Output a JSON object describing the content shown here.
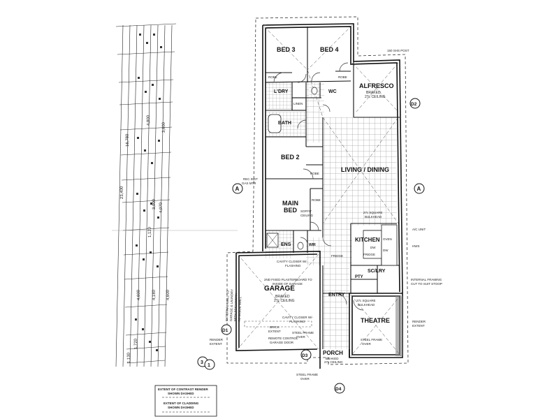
{
  "rooms": {
    "bed3": "BED 3",
    "bed4": "BED 4",
    "alfresco": "ALFRESCO",
    "alfresco_note1": "BRAKED",
    "alfresco_note2": "27c CEILING",
    "ldry": "L'DRY",
    "wc": "WC",
    "linen": "LINEN",
    "bath": "BATH",
    "bed2": "BED 2",
    "living": "LIVING / DINING",
    "main_bed_1": "MAIN",
    "main_bed_2": "BED",
    "kitchen": "KITCHEN",
    "ens": "ENS",
    "wir": "WIR",
    "scullery": "SC/LRY",
    "pty": "PTY",
    "garage": "GARAGE",
    "garage_note1": "BRAKED",
    "garage_note2": "27c CEILING",
    "entry": "ENTRY",
    "theatre": "THEATRE",
    "porch": "PORCH",
    "porch_note1": "BRAKED",
    "porch_note2": "27c CEILING",
    "robe1": "ROBE",
    "robe2": "ROBE",
    "robe3": "ROBE",
    "robe4": "ROBE"
  },
  "dimensions": {
    "overall_outer": "23,400",
    "overall_inner": "16,780",
    "seg1": "3,000",
    "seg2": "4,070",
    "seg3": "4,800",
    "seg4": "3,600",
    "seg5": "1,120",
    "seg6": "4,600",
    "seg7": "1,720",
    "seg8": "1,130",
    "seg9": "4,180",
    "seg10": "4,600"
  },
  "annotations": {
    "cavity1": "CAVITY CLOSER W/-",
    "cavity1b": "FLASHING",
    "plaster": "2ND FIXED PLASTERBOARD TO",
    "plasterb": "INSIDE OF GARAGE",
    "cavity2": "CAVITY CLOSER W/-",
    "cavity2b": "FLASHING",
    "steel_frame": "STEEL FRAME",
    "steel_frameb": "OVER",
    "remote": "REMOTE CONTROL",
    "remoteb": "GARAGE DOOR",
    "brick_extent": "BRICK",
    "brick_extentb": "EXTENT",
    "render_extent": "RENDER",
    "render_extentb": "EXTENT",
    "render_extent2": "RENDER",
    "render_extent2b": "EXTENT",
    "soffit": "SOFFIT",
    "soffitb": "CEILING",
    "bulkhead1": "27c SQUARE",
    "bulkhead1b": "BULKHEAD",
    "bulkhead2": "27c SQUARE",
    "bulkhead2b": "BULKHEAD",
    "internal_framing": "INTERNAL FRAMING",
    "internal_framingb": "CUT TO SUIT STOOP",
    "steel_frame_over": "STEEL FRAME",
    "steel_frame_overb": "OVER",
    "steel_frame_over2": "STEEL FRAME",
    "steel_frame_over2b": "OVER",
    "pole": "150 SHS POST",
    "ac_unit": "A/C UNIT",
    "hws": "HWS",
    "gas": "REC INST",
    "gasb": "GAS MTR",
    "fridge": "FRIDGE",
    "dw": "DW",
    "fridge2": "FRIDGE",
    "oven": "OVEN",
    "boundary_wall1": "EXTERNAL WALL TO",
    "boundary_wall2": "GARAGE & LAUNDRY",
    "boundary_wall3": "WITH BRICKWORK",
    "boundary_wall4": "TO INSIDE WALL",
    "dw_label": "DW",
    "sect_a1": "A",
    "sect_a2": "A",
    "sect_d1": "D1",
    "sect_d2": "D2",
    "sect_d3": "D3",
    "sect_d4": "D4",
    "sect_3": "3",
    "sect_1": "1"
  },
  "legend": {
    "render_line1": "EXTENT OF CONTRAST RENDER",
    "render_line2": "SHOWN DASHED",
    "cladding_line1": "EXTENT OF CLADDING",
    "cladding_line2": "SHOWN DASHED"
  }
}
